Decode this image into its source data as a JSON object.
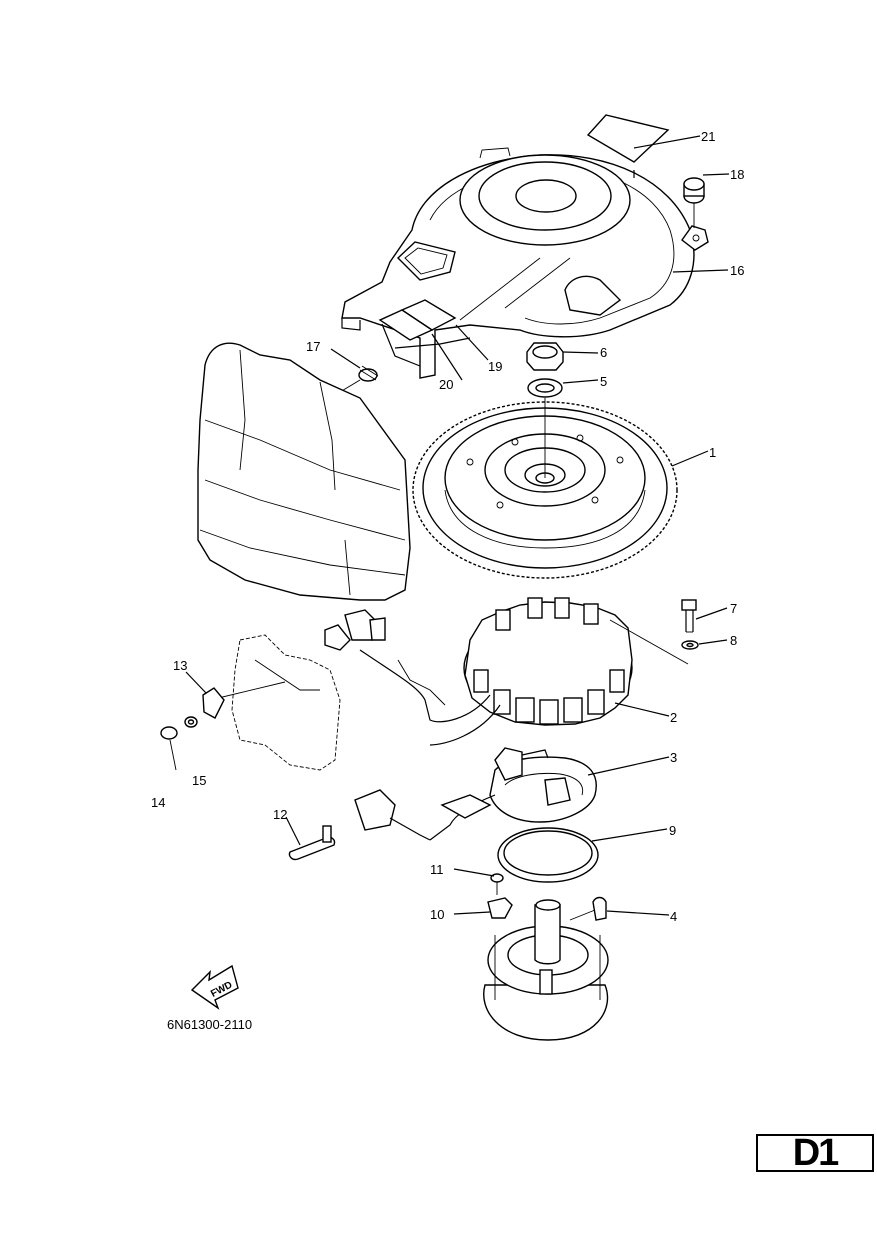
{
  "diagram": {
    "drawing_code": "6N61300-2110",
    "section_code": "D1",
    "direction_arrow_label": "FWD",
    "callouts": [
      {
        "num": "1",
        "part": "flywheel-magneto"
      },
      {
        "num": "2",
        "part": "stator-coil"
      },
      {
        "num": "3",
        "part": "pulser-coil"
      },
      {
        "num": "4",
        "part": "woodruff-key"
      },
      {
        "num": "5",
        "part": "washer"
      },
      {
        "num": "6",
        "part": "flywheel-nut"
      },
      {
        "num": "7",
        "part": "bolt"
      },
      {
        "num": "8",
        "part": "washer"
      },
      {
        "num": "9",
        "part": "timing-plate-ring"
      },
      {
        "num": "10",
        "part": "clamp"
      },
      {
        "num": "11",
        "part": "screw"
      },
      {
        "num": "12",
        "part": "link-rod"
      },
      {
        "num": "13",
        "part": "clamp"
      },
      {
        "num": "14",
        "part": "screw"
      },
      {
        "num": "15",
        "part": "washer"
      },
      {
        "num": "16",
        "part": "flywheel-cover"
      },
      {
        "num": "17",
        "part": "grommet"
      },
      {
        "num": "18",
        "part": "grommet"
      },
      {
        "num": "19",
        "part": "label"
      },
      {
        "num": "20",
        "part": "label"
      },
      {
        "num": "21",
        "part": "label"
      }
    ]
  }
}
